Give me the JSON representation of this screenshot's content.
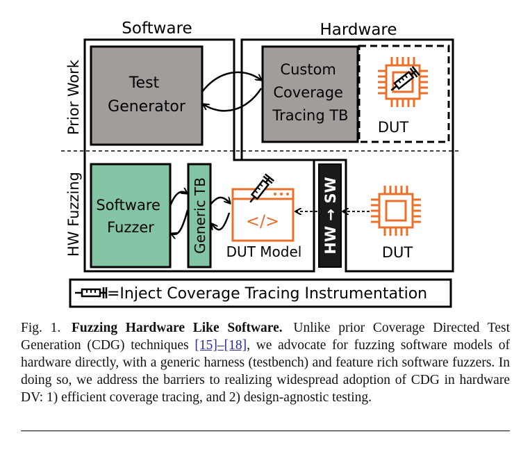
{
  "diagram": {
    "software_header": "Software",
    "hardware_header": "Hardware",
    "prior_work_label": "Prior Work",
    "hw_fuzzing_label": "HW Fuzzing",
    "test_generator": [
      "Test",
      "Generator"
    ],
    "custom_tb": [
      "Custom",
      "Coverage",
      "Tracing TB"
    ],
    "dut_top": "DUT",
    "software_fuzzer": [
      "Software",
      "Fuzzer"
    ],
    "generic_tb": "Generic TB",
    "dut_model": "DUT Model",
    "code_glyph": "</>",
    "hw_to_sw": "HW → SW",
    "dut_bottom": "DUT",
    "legend_text": "=Inject Coverage Tracing Instrumentation",
    "colors": {
      "gray_box": "#a29d9a",
      "green_box": "#82c4a4",
      "chip": "#e8702a",
      "dark_box": "#1a1a1a"
    }
  },
  "caption": {
    "label": "Fig. 1.",
    "title": "Fuzzing Hardware Like Software.",
    "text_before": "Unlike prior Coverage Directed Test Generation (CDG) techniques",
    "refs": "[15]–[18]",
    "text_after": ", we advocate for fuzzing software models of hardware directly, with a generic harness (testbench) and feature rich software fuzzers. In doing so, we address the barriers to realizing widespread adoption of CDG in hardware DV: 1) efficient coverage tracing, and 2) design-agnostic testing."
  }
}
